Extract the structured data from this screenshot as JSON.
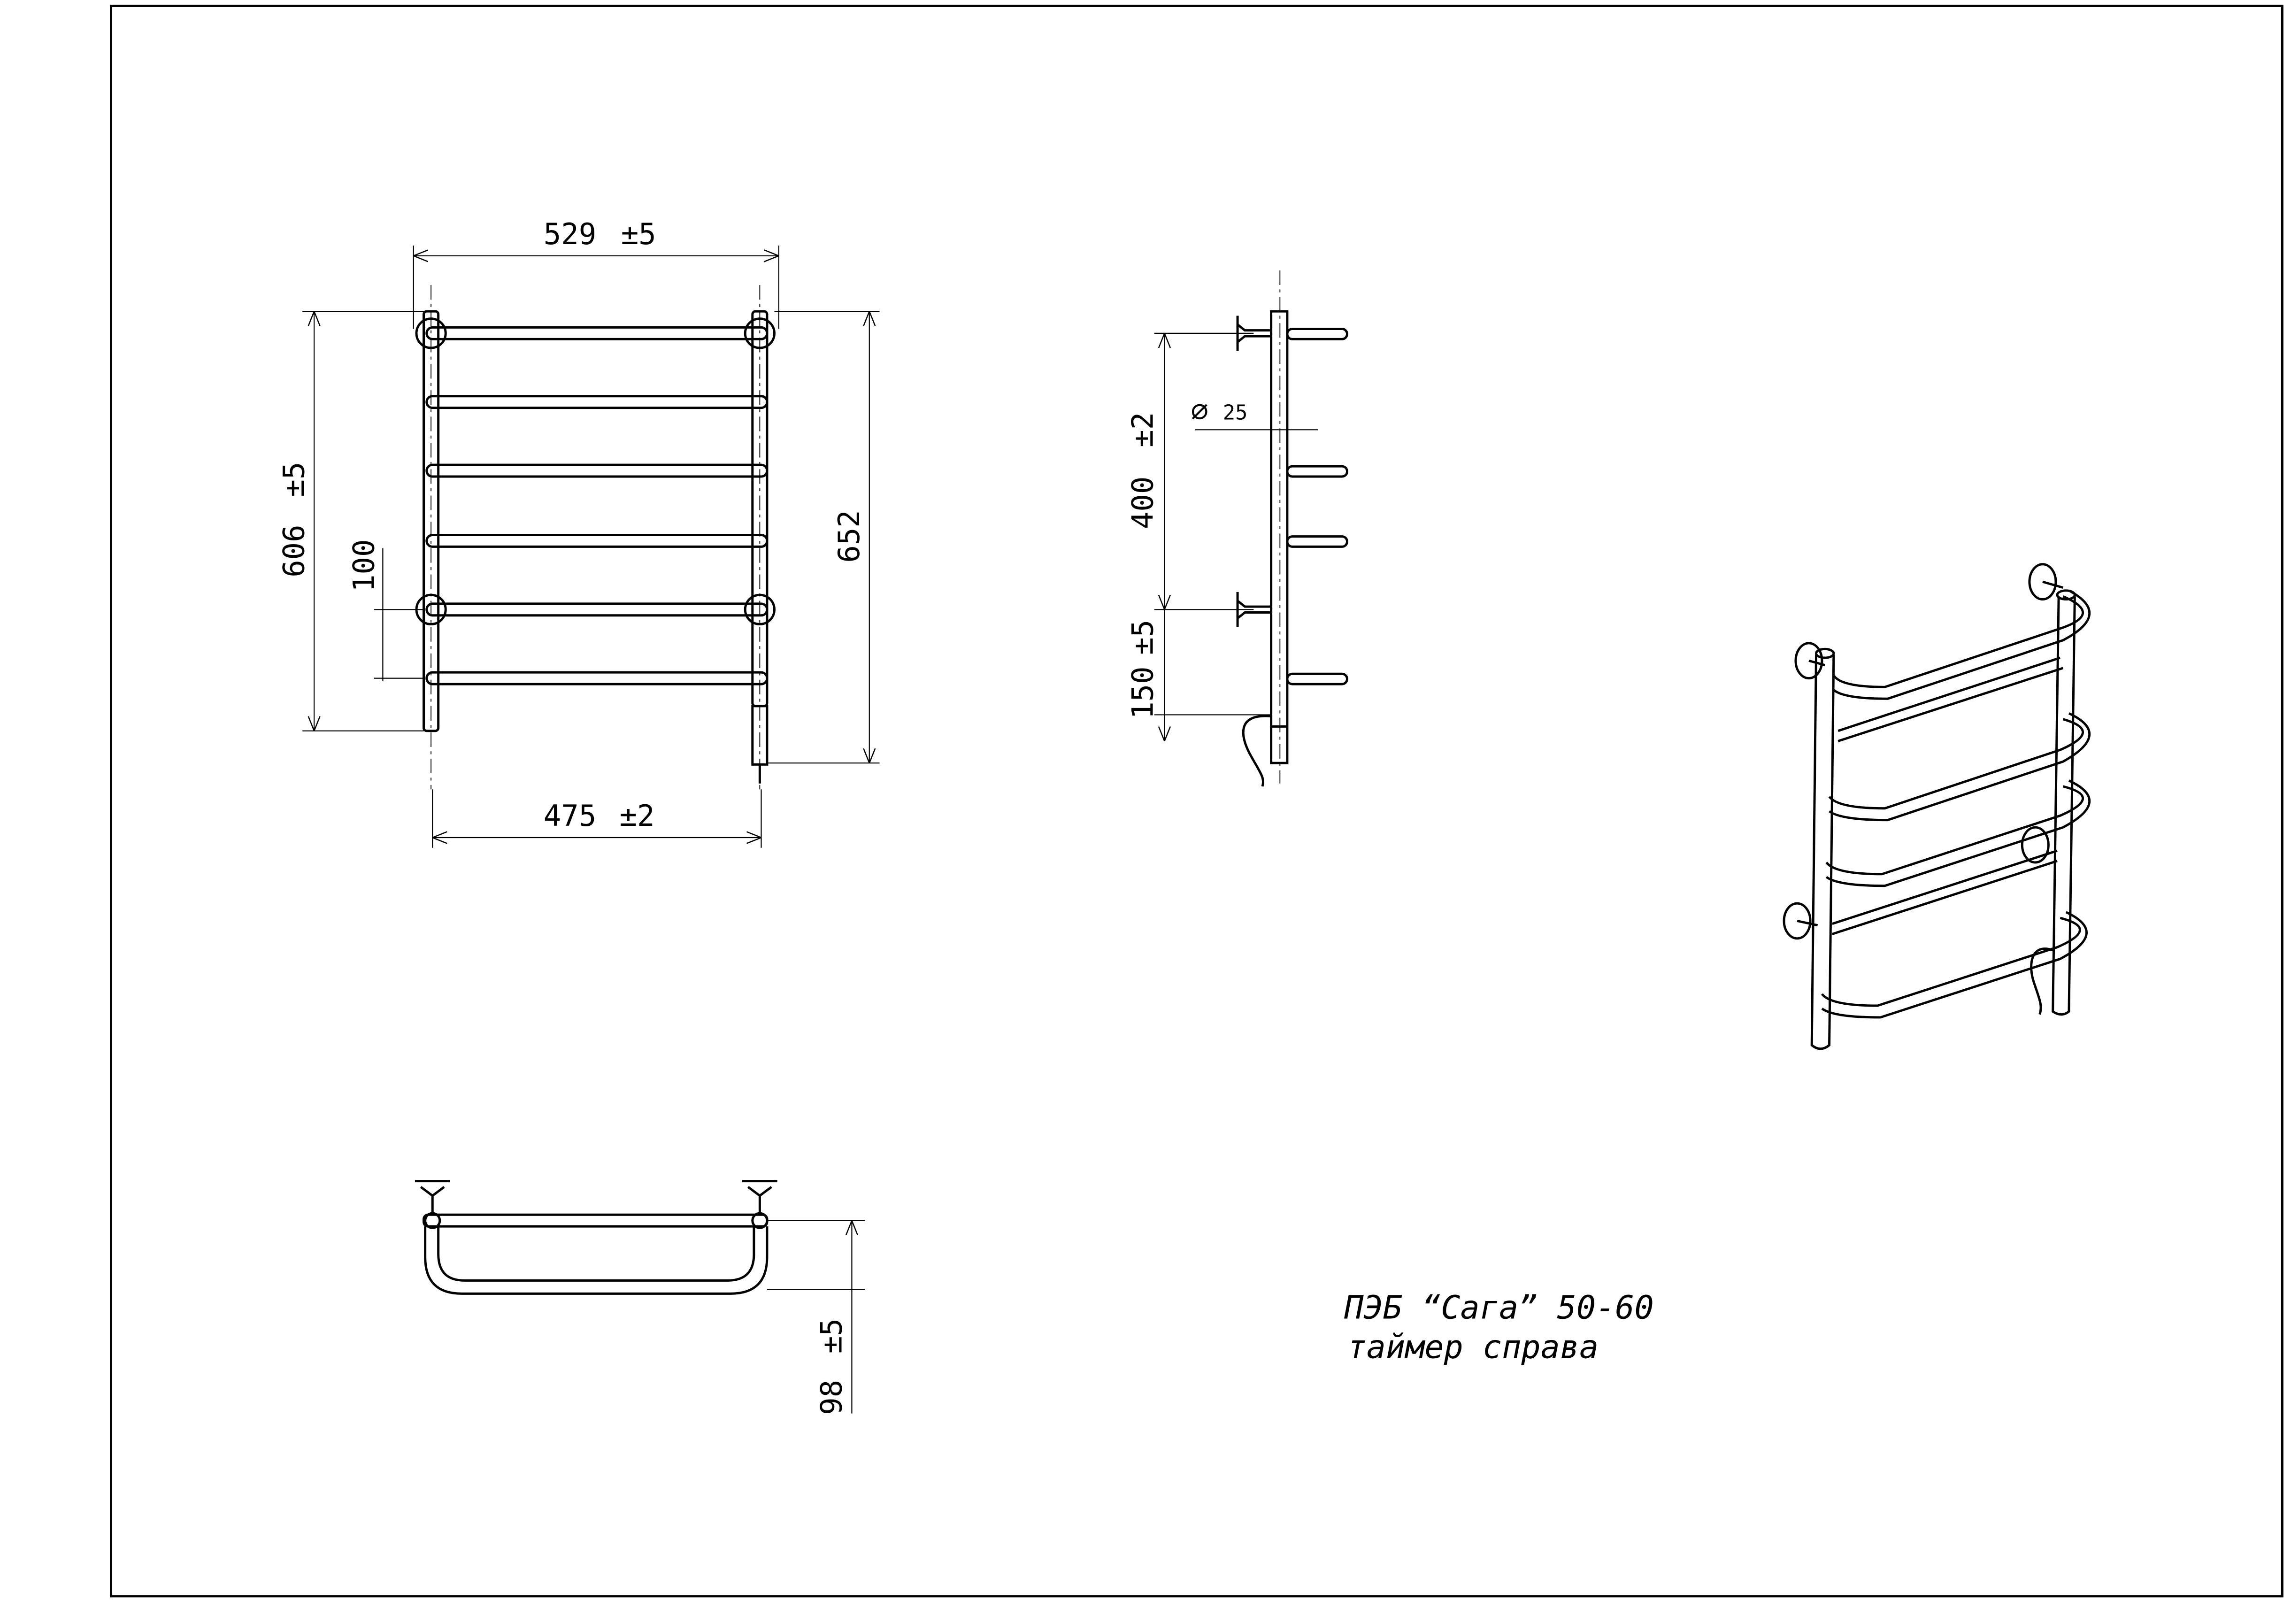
{
  "drawing": {
    "front_view": {
      "width_overall": "529",
      "width_overall_tol": "±5",
      "height_overall": "606",
      "height_overall_tol": "±5",
      "rail_pitch": "100",
      "height_with_timer": "652",
      "mount_spacing": "475",
      "mount_spacing_tol": "±2"
    },
    "side_view": {
      "mount_vertical_spacing": "400",
      "mount_vertical_spacing_tol": "±2",
      "pipe_diameter_symbol": "∅",
      "pipe_diameter": "25",
      "bottom_offset": "150",
      "bottom_offset_tol": "±5"
    },
    "top_view": {
      "depth": "98",
      "depth_tol": "±5"
    },
    "title_block": {
      "product_line": "ПЭБ “Сага”  50-60",
      "option": "таймер справа"
    }
  }
}
